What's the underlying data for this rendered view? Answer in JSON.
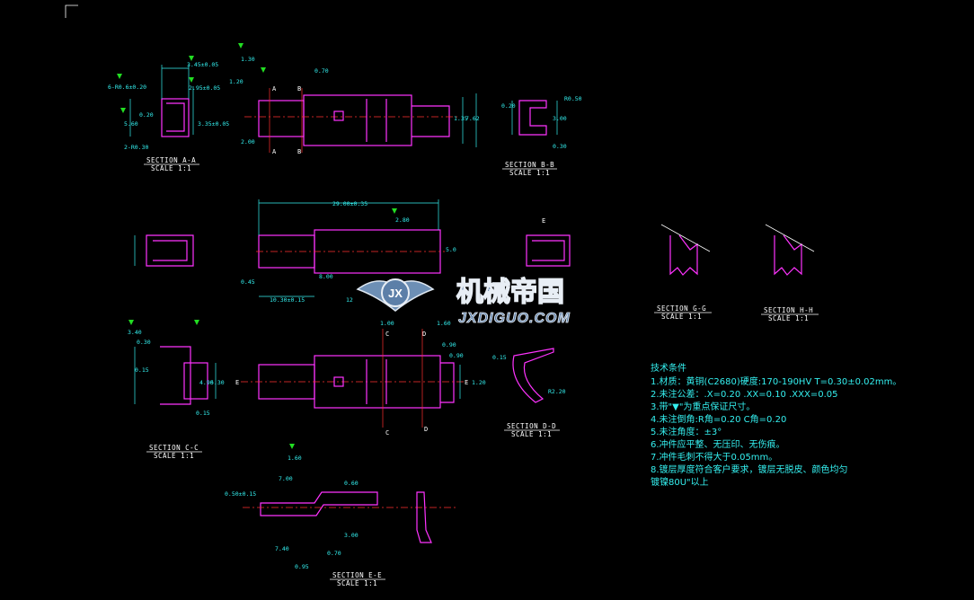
{
  "views": {
    "section_a": {
      "title": "SECTION A-A",
      "scale": "SCALE 1:1",
      "dims": [
        "3.45±0.05",
        "6-R0.6±0.20",
        "2.95±0.05",
        "0.20",
        "5.60",
        "3.35±0.05",
        "2-R0.30"
      ]
    },
    "section_b": {
      "title": "SECTION B-B",
      "scale": "SCALE 1:1",
      "dims": [
        "R0.50",
        "0.30",
        "3.00",
        "0.20"
      ]
    },
    "section_c": {
      "title": "SECTION C-C",
      "scale": "SCALE 1:1",
      "dims": [
        "3.40",
        "0.30",
        "0.15",
        "5.30",
        "4.90",
        "0.15"
      ]
    },
    "section_d": {
      "title": "SECTION D-D",
      "scale": "SCALE 1:1",
      "dims": [
        "0.15",
        "R2.20"
      ]
    },
    "section_e": {
      "title": "SECTION E-E",
      "scale": "SCALE 1:1",
      "dims": [
        "1.60",
        "7.00",
        "0.50±0.15",
        "7.40",
        "0.95",
        "0.70",
        "3.00",
        "0.60"
      ]
    },
    "section_g": {
      "title": "SECTION G-G",
      "scale": "SCALE 1:1"
    },
    "section_h": {
      "title": "SECTION H-H",
      "scale": "SCALE 1:1"
    },
    "detail_g": {
      "title": "DETAIL G"
    },
    "detail_h": {
      "title": "DETAIL H"
    },
    "top_view": {
      "dims": [
        "1.30",
        "1.20",
        "0.70",
        "2.00",
        "1.35",
        "7.62"
      ]
    },
    "mid_view": {
      "dims": [
        "29.00±0.35",
        "2.80",
        "5.0",
        "8.00",
        "0.45",
        "10.30±0.15",
        "12"
      ]
    },
    "bottom_view": {
      "dims": [
        "1.00",
        "1.60",
        "0.90",
        "0.90",
        "1.20"
      ]
    }
  },
  "markers": {
    "a": "A",
    "b": "B",
    "c": "C",
    "d": "D",
    "e": "E"
  },
  "watermark": {
    "cn": "机械帝国",
    "en": "JXDIGUO.COM",
    "logo": "JX"
  },
  "tech_notes": {
    "heading": "技术条件",
    "items": [
      "1.材质：黄铜(C2680)硬度:170-190HV T=0.30±0.02mm。",
      "2.未注公差：.X=0.20 .XX=0.10 .XXX=0.05",
      "3.带\"▼\"为重点保证尺寸。",
      "4.未注倒角:R角=0.20  C角=0.20",
      "5.未注角度：±3°",
      "6.冲件应平整、无压印、无伤痕。",
      "7.冲件毛刺不得大于0.05mm。",
      "8.镀层厚度符合客户要求，镀层无脱皮、颜色均匀",
      "  镀镍80U\"以上"
    ]
  },
  "colors": {
    "outline": "#ff33ff",
    "dimension": "#34f0f0",
    "text": "#ffffff",
    "triangle": "#22dd22",
    "marker": "#ff3030",
    "background": "#000000"
  }
}
